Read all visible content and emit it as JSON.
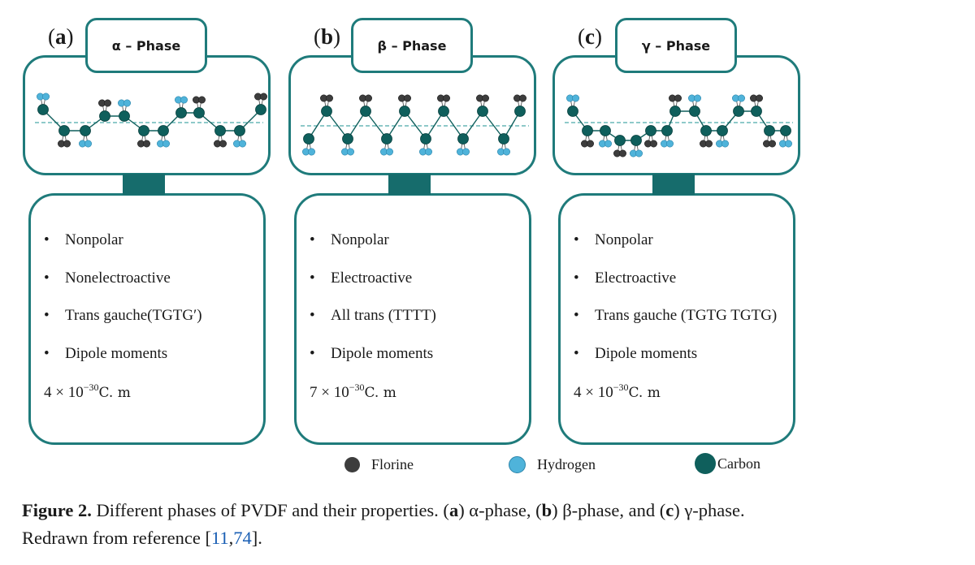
{
  "panels": [
    {
      "id": "a",
      "letter": "a",
      "title": "α – Phase",
      "properties": [
        "Nonpolar",
        "Nonelectroactive",
        "Trans gauche(TGTG′)",
        "Dipole moments"
      ],
      "dipole_coefficient": "4 × 10",
      "dipole_exponent": "−30",
      "dipole_unit": "C. m"
    },
    {
      "id": "b",
      "letter": "b",
      "title": "β – Phase",
      "properties": [
        "Nonpolar",
        "Electroactive",
        "All trans (TTTT)",
        "Dipole moments"
      ],
      "dipole_coefficient": "7 × 10",
      "dipole_exponent": "−30",
      "dipole_unit": "C. m"
    },
    {
      "id": "c",
      "letter": "c",
      "title": "γ – Phase",
      "properties": [
        "Nonpolar",
        "Electroactive",
        "Trans gauche (TGTG TGTG)",
        "Dipole moments"
      ],
      "dipole_coefficient": "4 × 10",
      "dipole_exponent": "−30",
      "dipole_unit": "C. m"
    }
  ],
  "bullet": "•",
  "legend": [
    {
      "label": "Florine",
      "icon": "florine-atom-icon",
      "color": "#3d3d3d"
    },
    {
      "label": "Hydrogen",
      "icon": "hydrogen-atom-icon",
      "color": "#4fb3da"
    },
    {
      "label": "Carbon",
      "icon": "carbon-atom-icon",
      "color": "#0f5f5c"
    }
  ],
  "caption": {
    "figure_label": "Figure 2.",
    "text_1": " Different phases of PVDF and their properties. (",
    "a": "a",
    "text_2": ") α-phase, (",
    "b": "b",
    "text_3": ") β-phase, and (",
    "c": "c",
    "text_4": ") γ-phase.",
    "text_5": "Redrawn from reference [",
    "ref_1": "11",
    "comma": ",",
    "ref_2": "74",
    "text_6": "]."
  },
  "colors": {
    "teal_border": "#1f7b7b",
    "connector": "#166c6c",
    "carbon": "#0f5f5c",
    "florine": "#3d3d3d",
    "hydrogen": "#4fb3da",
    "reference_link": "#1a5fb4"
  }
}
